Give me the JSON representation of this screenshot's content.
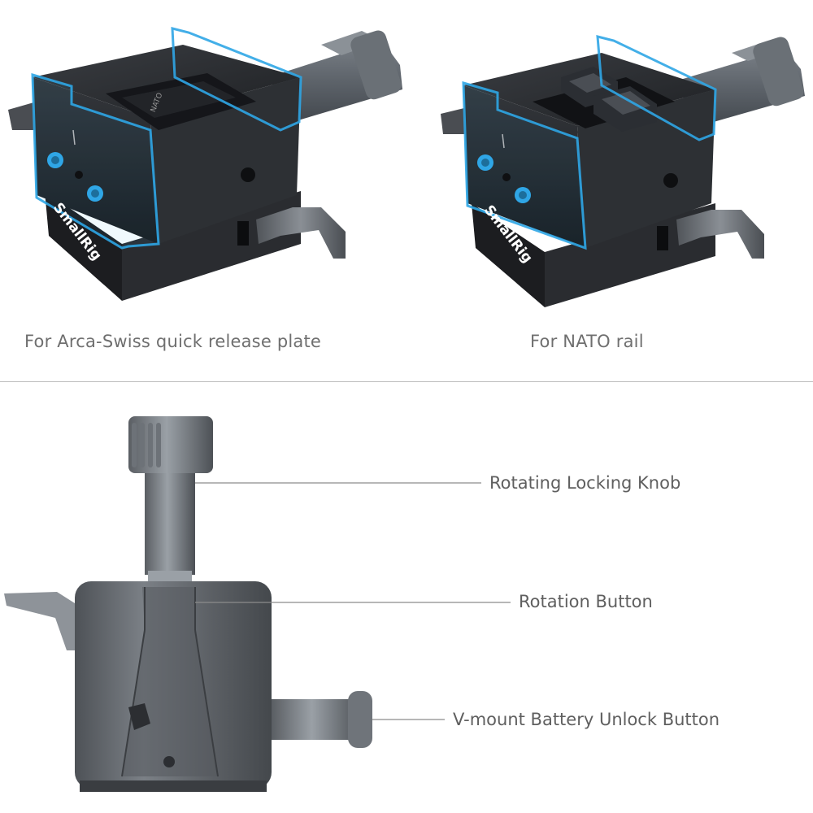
{
  "top_left": {
    "caption": "For Arca-Swiss quick release plate",
    "brand_text": "SmallRig",
    "plate_text": "NATO"
  },
  "top_right": {
    "caption": "For NATO rail",
    "brand_text": "SmallRig"
  },
  "callouts": {
    "knob": "Rotating Locking Knob",
    "rotation_button": "Rotation Button",
    "vmount_unlock": "V-mount Battery Unlock Button"
  },
  "colors": {
    "highlight": "#2fa6e6",
    "body_dark": "#2b2d31",
    "metal_grey": "#7d8389",
    "caption_text": "#6f6f6f"
  }
}
